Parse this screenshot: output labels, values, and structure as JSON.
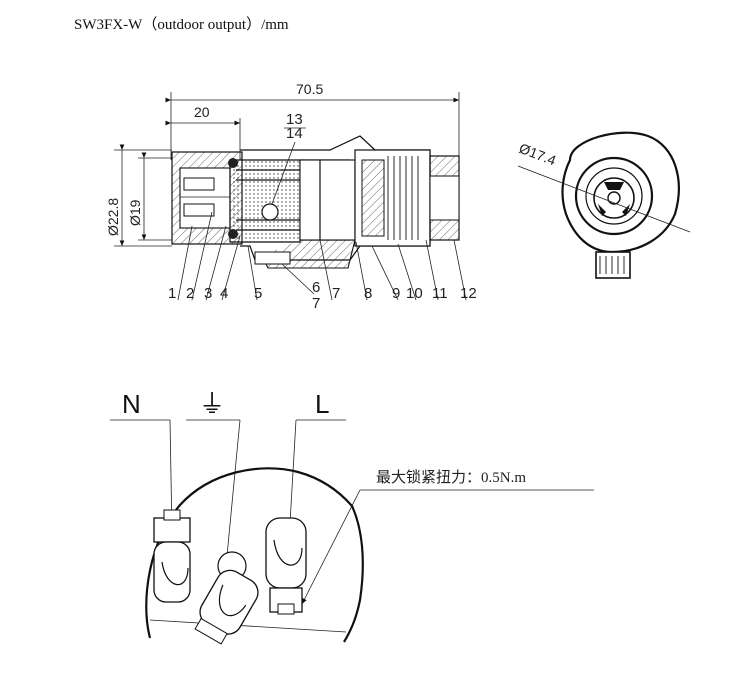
{
  "title": "SW3FX-W（outdoor output）/mm",
  "dimensions": {
    "length": "70.5",
    "front": "20",
    "dia_outer": "Ø22.8",
    "dia_inner": "Ø19",
    "dia_face": "Ø17.4"
  },
  "callouts_top": [
    "13",
    "14"
  ],
  "callouts_bottom": [
    "1",
    "2",
    "3",
    "4",
    "5",
    "6",
    "7",
    "7",
    "8",
    "9",
    "10",
    "11",
    "12"
  ],
  "wiring": {
    "neutral": "N",
    "earth": "⏚",
    "live": "L",
    "torque_note": "最大锁紧扭力：0.5N.m"
  }
}
